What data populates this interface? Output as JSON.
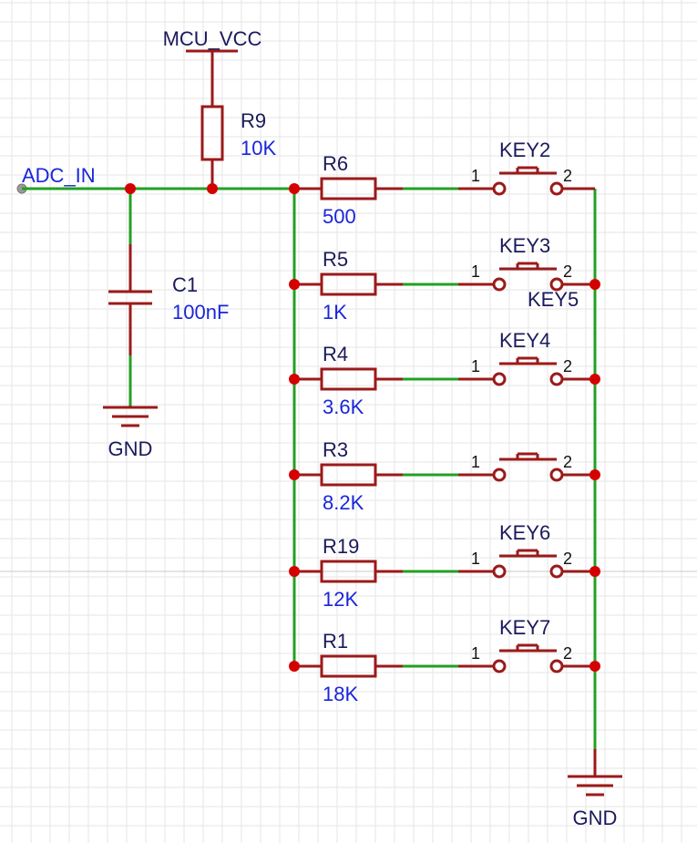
{
  "diagram": {
    "power_label": "MCU_VCC",
    "input_label": "ADC_IN",
    "gnd_left_label": "GND",
    "gnd_right_label": "GND",
    "pull_up": {
      "ref": "R9",
      "value": "10K"
    },
    "capacitor": {
      "ref": "C1",
      "value": "100nF"
    },
    "ladder": [
      {
        "res_ref": "R6",
        "res_value": "500",
        "key": "KEY2",
        "pin1": "1",
        "pin2": "2"
      },
      {
        "res_ref": "R5",
        "res_value": "1K",
        "key": "KEY3",
        "pin1": "1",
        "pin2": "2",
        "extra_label": "KEY5"
      },
      {
        "res_ref": "R4",
        "res_value": "3.6K",
        "key": "KEY4",
        "pin1": "1",
        "pin2": "2"
      },
      {
        "res_ref": "R3",
        "res_value": "8.2K",
        "key": "",
        "pin1": "1",
        "pin2": "2"
      },
      {
        "res_ref": "R19",
        "res_value": "12K",
        "key": "KEY6",
        "pin1": "1",
        "pin2": "2"
      },
      {
        "res_ref": "R1",
        "res_value": "18K",
        "key": "KEY7",
        "pin1": "1",
        "pin2": "2"
      }
    ],
    "colors": {
      "wire": "#22a022",
      "component": "#9b1a1a",
      "junction": "#d40000",
      "grid": "#e6e6e6",
      "label_dark": "#1a1a5c",
      "label_blue": "#1a26d9"
    }
  }
}
